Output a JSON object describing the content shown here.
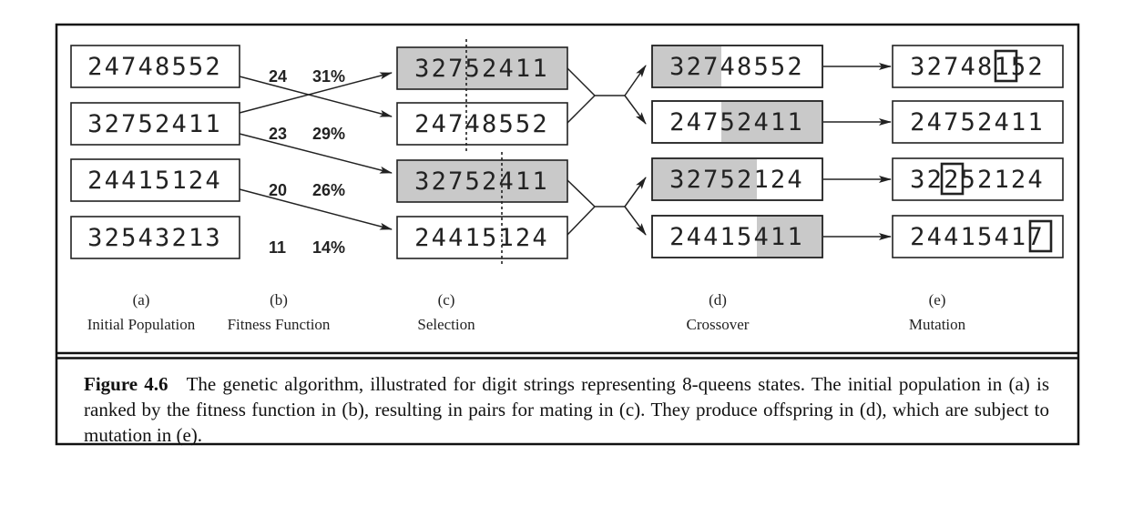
{
  "figure": {
    "number": "Figure 4.6",
    "caption": "The genetic algorithm, illustrated for digit strings representing 8-queens states. The initial population in (a) is ranked by the fitness function in (b), resulting in pairs for mating in (c). They produce offspring in (d), which are subject to mutation in (e)."
  },
  "panels": [
    {
      "letter": "(a)",
      "title": "Initial Population"
    },
    {
      "letter": "(b)",
      "title": "Fitness Function"
    },
    {
      "letter": "(c)",
      "title": "Selection"
    },
    {
      "letter": "(d)",
      "title": "Crossover"
    },
    {
      "letter": "(e)",
      "title": "Mutation"
    }
  ],
  "initial_population": [
    "24748552",
    "32752411",
    "24415124",
    "32543213"
  ],
  "fitness": [
    {
      "score": "24",
      "percent": "31%"
    },
    {
      "score": "23",
      "percent": "29%"
    },
    {
      "score": "20",
      "percent": "26%"
    },
    {
      "score": "11",
      "percent": "14%"
    }
  ],
  "selection": [
    {
      "value": "32752411",
      "shaded": true,
      "cut_after": 3
    },
    {
      "value": "24748552",
      "shaded": false,
      "cut_after": 3
    },
    {
      "value": "32752411",
      "shaded": true,
      "cut_after": 5
    },
    {
      "value": "24415124",
      "shaded": false,
      "cut_after": 5
    }
  ],
  "crossover": [
    {
      "value": "32748552",
      "shaded_part": "327"
    },
    {
      "value": "24752411",
      "shaded_part": "52411"
    },
    {
      "value": "32752124",
      "shaded_part": "32752"
    },
    {
      "value": "24415411",
      "shaded_part": "411"
    }
  ],
  "mutation": [
    {
      "value": "32748152",
      "mutated_index": 5,
      "mutated_digit": "1"
    },
    {
      "value": "24752411",
      "mutated_index": null
    },
    {
      "value": "32252124",
      "mutated_index": 2,
      "mutated_digit": "2"
    },
    {
      "value": "24415417",
      "mutated_index": 7,
      "mutated_digit": "7"
    }
  ],
  "colors": {
    "shade": "#c9c9c9",
    "ink": "#222222",
    "background": "#ffffff"
  }
}
